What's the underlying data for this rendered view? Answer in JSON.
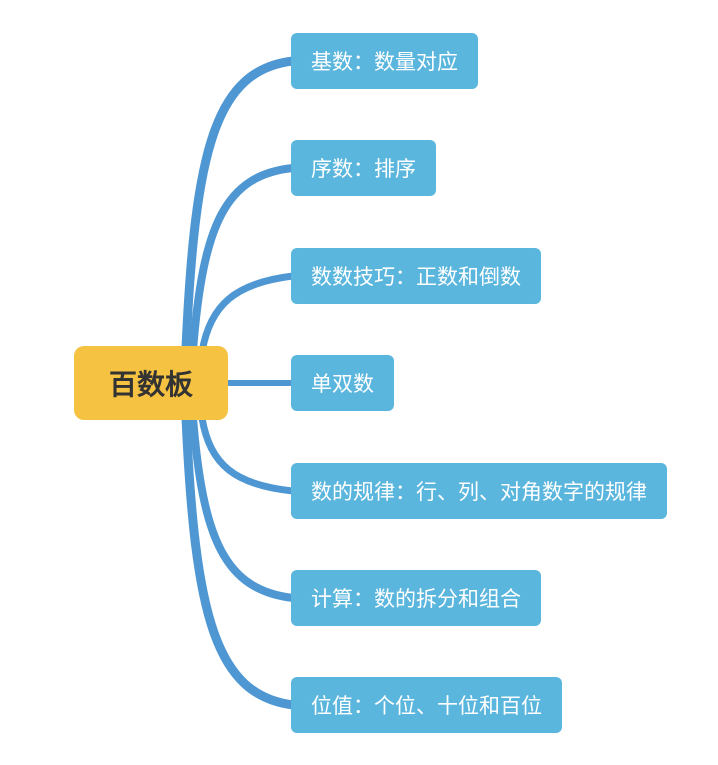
{
  "root": {
    "label": "百数板",
    "color": "#f5c242"
  },
  "branch_color": "#5bb6de",
  "connector_color": "#4f97d3",
  "branches": [
    {
      "label": "基数：数量对应"
    },
    {
      "label": "序数：排序"
    },
    {
      "label": "数数技巧：正数和倒数"
    },
    {
      "label": "单双数"
    },
    {
      "label": "数的规律：行、列、对角数字的规律"
    },
    {
      "label": "计算：数的拆分和组合"
    },
    {
      "label": "位值：个位、十位和百位"
    }
  ]
}
